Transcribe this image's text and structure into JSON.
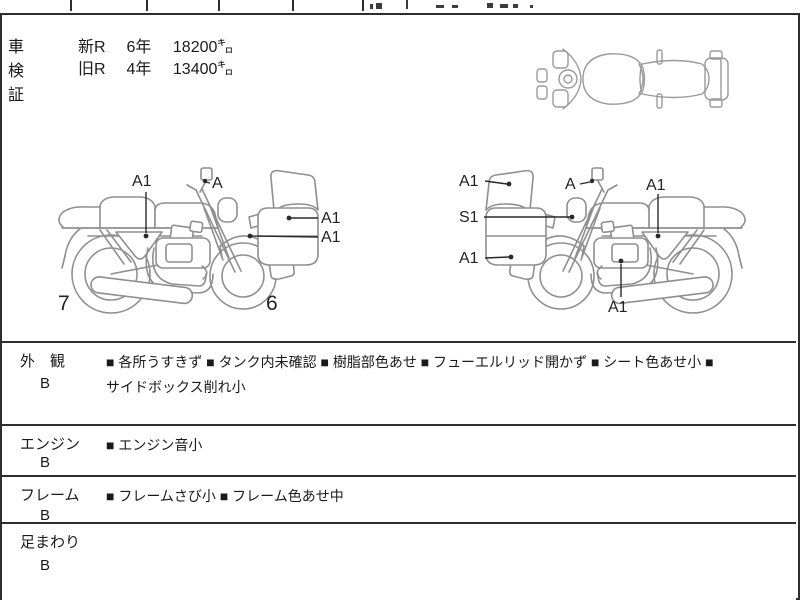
{
  "certificate": {
    "label": "車検証",
    "rows": [
      {
        "era": "新R",
        "year": "6年",
        "mileage": "18200㌔"
      },
      {
        "era": "旧R",
        "year": "4年",
        "mileage": "13400㌔"
      }
    ]
  },
  "diagrams": {
    "left": {
      "label_top": "A1",
      "label_mirror": "A",
      "label_cowl_top": "A1",
      "label_cowl_bottom": "A1",
      "number_left": "7",
      "number_right": "6"
    },
    "right": {
      "label_windscreen": "A1",
      "label_mirror": "A",
      "label_side_cover": "A1",
      "label_headlight": "S1",
      "label_cowl": "A1",
      "label_engine": "A1"
    }
  },
  "sections": [
    {
      "label": "外　観",
      "grade": "B",
      "lines": [
        "■ 各所うすきず ■ タンク内未確認 ■ 樹脂部色あせ ■ フューエルリッド開かず ■ シート色あせ小 ■",
        "サイドボックス削れ小"
      ]
    },
    {
      "label": "エンジン",
      "grade": "B",
      "lines": [
        "■ エンジン音小"
      ]
    },
    {
      "label": "フレーム",
      "grade": "B",
      "lines": [
        "■ フレームさび小 ■ フレーム色あせ中"
      ]
    },
    {
      "label": "足まわり",
      "grade": "B",
      "lines": []
    }
  ],
  "colors": {
    "line_art": "#8f8f8f",
    "callout": "#2a2a2a",
    "border": "#2e2e2e",
    "text": "#1a1a1a"
  }
}
